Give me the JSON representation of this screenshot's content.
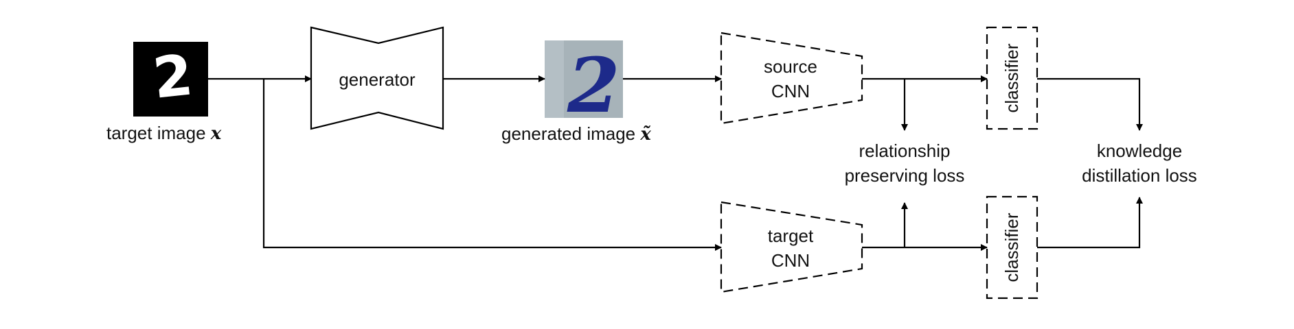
{
  "nodes": {
    "target_image": {
      "caption": "target image",
      "variable": "x",
      "digit": "2"
    },
    "generator": {
      "label": "generator"
    },
    "generated_image": {
      "caption": "generated image",
      "variable": "x̃",
      "digit": "2("
    },
    "source_cnn": {
      "line1": "source",
      "line2": "CNN"
    },
    "target_cnn": {
      "line1": "target",
      "line2": "CNN"
    },
    "classifier_top": {
      "label": "classifier"
    },
    "classifier_bottom": {
      "label": "classifier"
    },
    "relationship_loss": {
      "line1": "relationship",
      "line2": "preserving loss"
    },
    "distillation_loss": {
      "line1": "knowledge",
      "line2": "distillation loss"
    }
  },
  "colors": {
    "line": "#000000",
    "mnist_background": "#000000",
    "mnist_digit": "#ffffff",
    "svhn_background": "#a7b3b9",
    "svhn_digit": "#1d2a8a"
  }
}
